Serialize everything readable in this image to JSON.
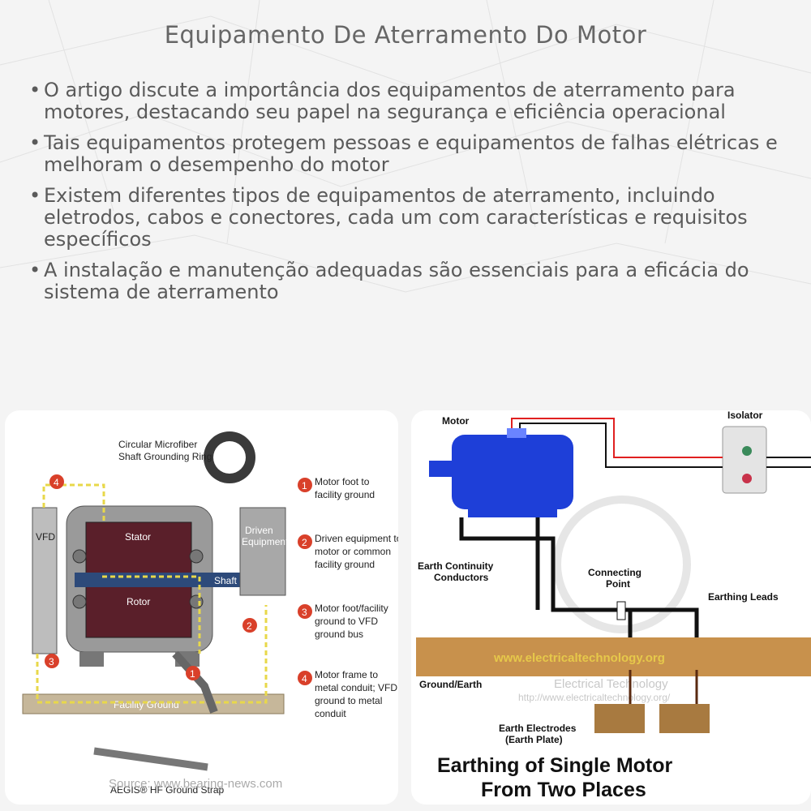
{
  "title": "Equipamento De Aterramento Do Motor",
  "bullets": [
    "O artigo discute a importância dos equipamentos de aterramento para motores, destacando seu papel na segurança e eficiência operacional",
    "Tais equipamentos protegem pessoas e equipamentos de falhas elétricas e melhoram o desempenho do motor",
    "Existem diferentes tipos de equipamentos de aterramento, incluindo eletrodos, cabos e conectores, cada um com características e requisitos específicos",
    "A instalação e manutenção adequadas são essenciais para a eficácia do sistema de aterramento"
  ],
  "left_figure": {
    "ring_label_1": "Circular Microfiber",
    "ring_label_2": "Shaft Grounding Ring",
    "vfd": "VFD",
    "stator": "Stator",
    "rotor": "Rotor",
    "shaft": "Shaft",
    "driven_1": "Driven",
    "driven_2": "Equipment",
    "facility_ground": "Facility Ground",
    "strap_label": "AEGIS® HF Ground Strap",
    "source": "Source: www.bearing-news.com",
    "legend": [
      {
        "num": "1",
        "lines": [
          "Motor foot to",
          "facility ground"
        ]
      },
      {
        "num": "2",
        "lines": [
          "Driven equipment to",
          "motor or common",
          "facility ground"
        ]
      },
      {
        "num": "3",
        "lines": [
          "Motor foot/facility",
          "ground to VFD",
          "ground bus"
        ]
      },
      {
        "num": "4",
        "lines": [
          "Motor frame to",
          "metal conduit; VFD",
          "ground to metal",
          "conduit"
        ]
      }
    ],
    "marker_color": "#d9402a"
  },
  "right_figure": {
    "motor": "Motor",
    "isolator": "Isolator",
    "earth_continuity_1": "Earth Continuity",
    "earth_continuity_2": "Conductors",
    "connecting_1": "Connecting",
    "connecting_2": "Point",
    "earthing_leads": "Earthing Leads",
    "watermark": "www.electricaltechnology.org",
    "ground": "Ground/Earth",
    "brand_1": "Electrical Technology",
    "brand_2": "http://www.electricaltechnology.org/",
    "electrodes_1": "Earth Electrodes",
    "electrodes_2": "(Earth Plate)",
    "heading_1": "Earthing of Single Motor",
    "heading_2": "From Two Places",
    "motor_color": "#1e3fd8"
  }
}
